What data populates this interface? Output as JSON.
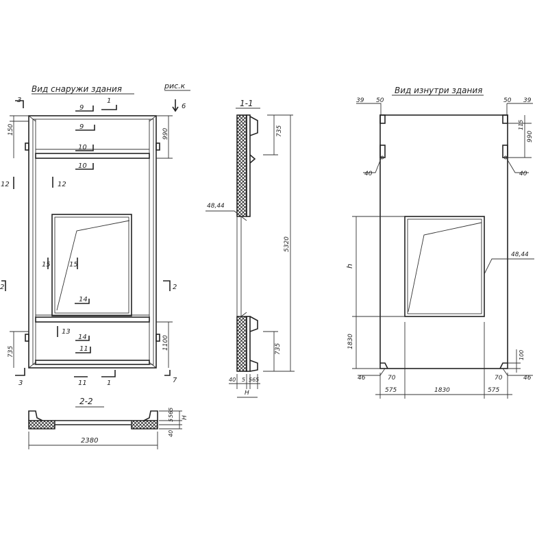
{
  "titles": {
    "outside_view": "Вид снаружи здания",
    "inside_view": "Вид изнутри здания",
    "figure_ref": "рис.к",
    "section_1": "1-1",
    "section_2": "2-2"
  },
  "outside_view": {
    "markers": [
      "3",
      "9",
      "1",
      "6",
      "9",
      "10",
      "10",
      "12",
      "12",
      "15",
      "15",
      "14",
      "2",
      "2",
      "13",
      "14",
      "11",
      "3",
      "11",
      "1",
      "7"
    ],
    "dims": [
      "150",
      "990",
      "1100",
      "735"
    ]
  },
  "section_1_1": {
    "labels": [
      "48,44",
      "735",
      "5320",
      "735",
      "40",
      "5",
      "565",
      "H"
    ]
  },
  "section_2_2": {
    "labels": [
      "H",
      "40",
      "5",
      "565",
      "2380"
    ]
  },
  "inside_view": {
    "labels": [
      "39",
      "50",
      "50",
      "39",
      "115",
      "990",
      "40",
      "40",
      "h",
      "48,44",
      "1830",
      "100",
      "46",
      "70",
      "70",
      "46",
      "575",
      "1830",
      "575"
    ]
  }
}
